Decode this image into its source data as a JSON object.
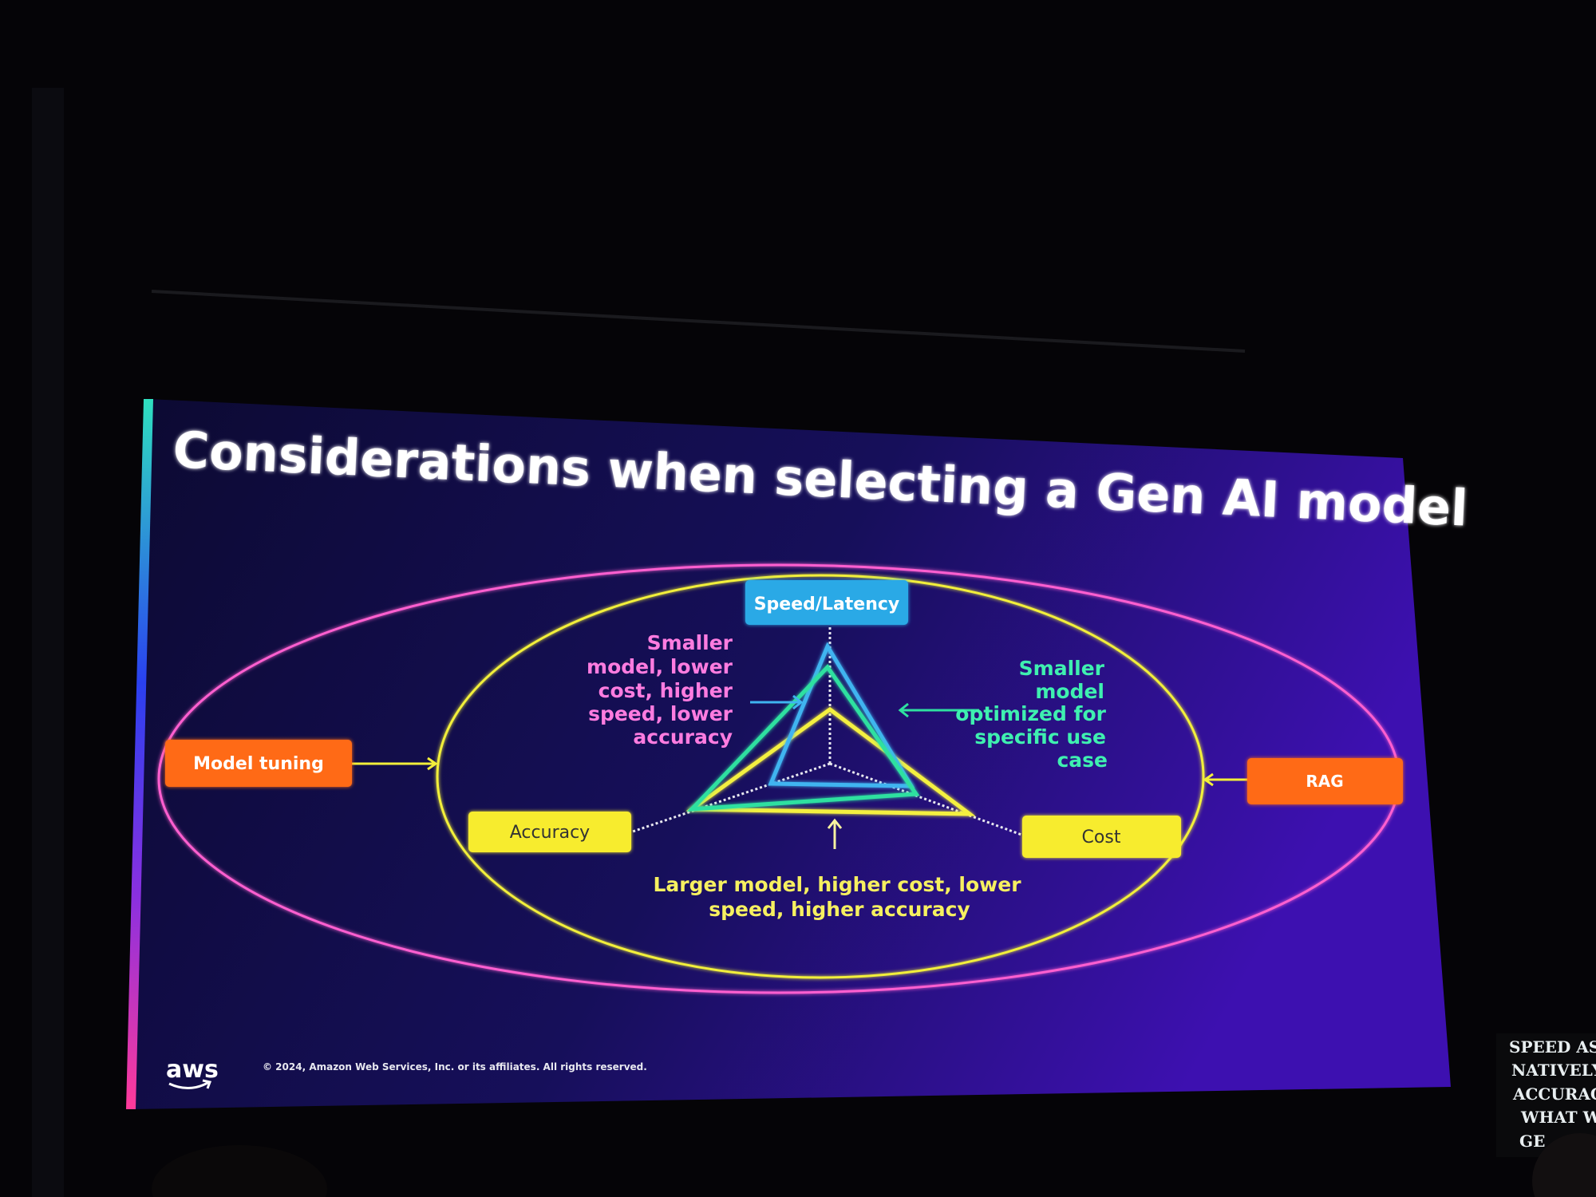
{
  "slide": {
    "title": "Considerations when selecting a Gen AI model",
    "nodes": {
      "speed": "Speed/Latency",
      "accuracy": "Accuracy",
      "cost": "Cost",
      "model_tuning": "Model tuning",
      "rag": "RAG"
    },
    "annotations": {
      "small_model": [
        "Smaller",
        "model, lower",
        "cost, higher",
        "speed, lower",
        "accuracy"
      ],
      "optimized_model": [
        "Smaller",
        "model",
        "optimized for",
        "specific use",
        "case"
      ],
      "large_model": [
        "Larger model, higher cost, lower",
        "speed, higher accuracy"
      ]
    },
    "footer": {
      "logo": "aws",
      "copyright": "© 2024, Amazon Web Services, Inc. or its affiliates. All rights reserved."
    }
  },
  "side_monitor": {
    "lines": [
      "SPEED AS",
      "NATIVELY",
      "ACCURAC",
      "WHAT W",
      "GE"
    ]
  },
  "colors": {
    "slide_bg_left": "#0d0b3a",
    "slide_bg_right": "#3a0fa8",
    "outer_ellipse": "#ff5fd0",
    "inner_ellipse": "#f2ef3a",
    "speed_box": "#2aa9e6",
    "yellow_box": "#f7ec2e",
    "orange_box": "#ff6a13",
    "blue_triangle": "#3fb4f0",
    "green_triangle": "#2fe0a0",
    "yellow_triangle": "#f4f040",
    "pink_text": "#ff7ce0",
    "green_text": "#3ff0b0",
    "yellow_text": "#f6f060"
  }
}
